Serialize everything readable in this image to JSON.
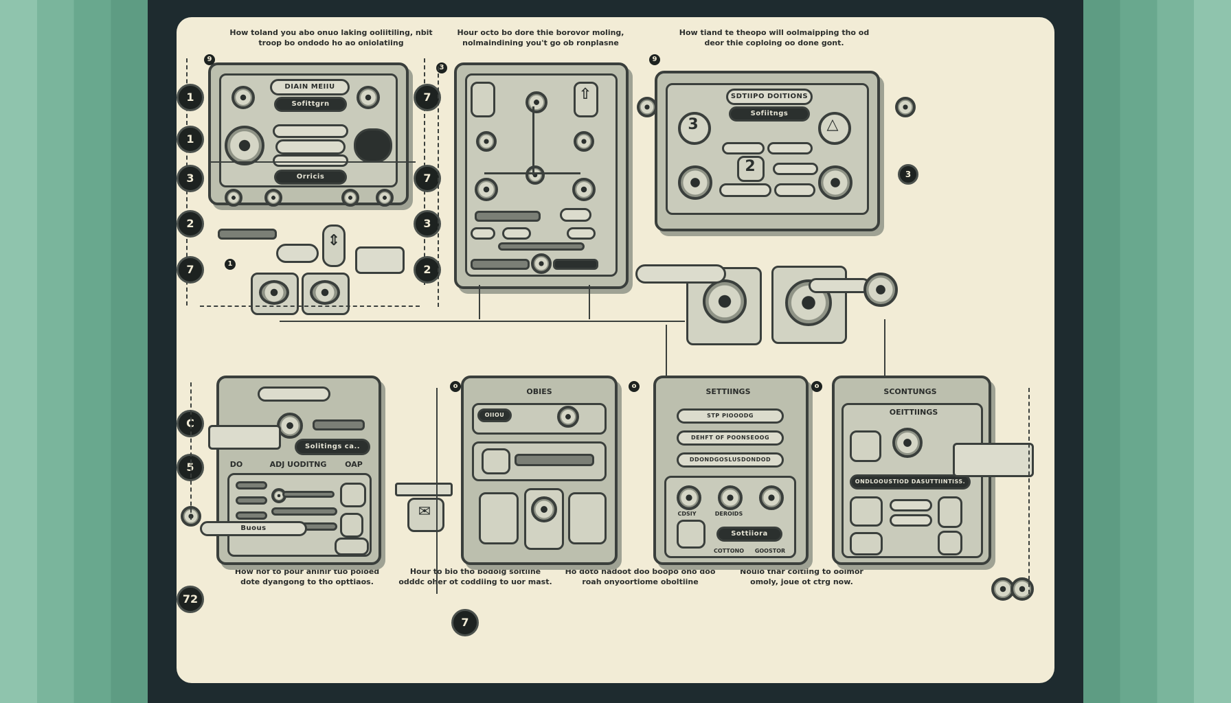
{
  "captions": {
    "top_left": "How toland you abo onuo laking ooliitiling, nbit troop bo ondodo ho ao oniolatiing",
    "top_center": "Hour octo bo dore thie borovor moling, nolmaindining you't go ob ronplasne",
    "top_right": "How tiand te theopo will oolmaipping tho od deor thie coploing oo done gont.",
    "bottom_1": "How hof to pour ahinir tuo poioed dote dyangong to tho opttiaos.",
    "bottom_2": "Hour to bio tho bodoig soltiine odddc oher ot coddiing to uor mast.",
    "bottom_3": "Ho doto nadoot doo boopo ono doo roah onyoortiome oboltiine",
    "bottom_4": "Noulo thar coltiing to oolmor omoly, joue ot ctrg now."
  },
  "panel_main_menu": {
    "title": "DIAIN MEIIU",
    "settings": "Sofittgrn",
    "options": "Orricis"
  },
  "panel_top_right": {
    "title": "SDTIIPO DOITIONS",
    "settings": "Sofiitngs"
  },
  "panel_bottom_1": {
    "heading": "ADJ UODITNG",
    "callout": "Solitings ca..",
    "short_left": "DO",
    "short_right": "OAP",
    "footer": "Buous"
  },
  "panel_bottom_2": {
    "title": "OBIES",
    "field": "OIIOU"
  },
  "panel_bottom_3": {
    "title": "SETTIINGS",
    "row1": "STP PIOOODG",
    "row2": "DEHFT OF POONSEOOG",
    "row3": "DDONDGOSLUSDONDOD",
    "btn": "Sottiiora",
    "lbl1": "CDSIY",
    "lbl2": "DEROIDS",
    "lbl3": "COTTONO",
    "lbl4": "GOOSTOR"
  },
  "panel_bottom_4": {
    "title": "SCONTUNGS",
    "sub": "OEITTIINGS",
    "bar": "ONDLOOUSTIOD DASUTTIINTISS."
  },
  "markers": [
    "1",
    "1",
    "3",
    "2",
    "7",
    "7",
    "7",
    "3",
    "2",
    "3",
    "C",
    "5",
    "72",
    "7"
  ],
  "colors": {
    "board": "#f2ecd6",
    "ink": "#3a3f3c",
    "device": "#bcbfae",
    "frame": "#1e2b2f",
    "side_teal": "#7ab59c"
  }
}
